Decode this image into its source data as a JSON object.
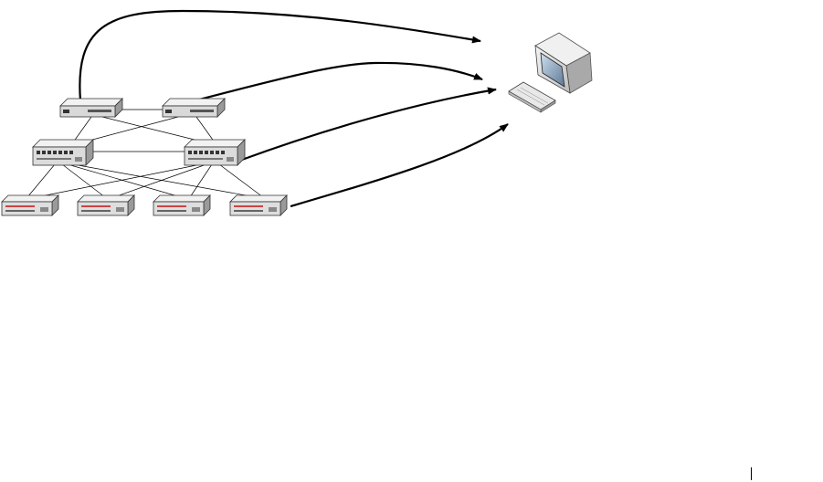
{
  "diagram": {
    "type": "network-topology",
    "nodes": [
      {
        "id": "core-1",
        "kind": "router"
      },
      {
        "id": "core-2",
        "kind": "router"
      },
      {
        "id": "dist-1",
        "kind": "switch"
      },
      {
        "id": "dist-2",
        "kind": "switch"
      },
      {
        "id": "access-1",
        "kind": "switch"
      },
      {
        "id": "access-2",
        "kind": "switch"
      },
      {
        "id": "access-3",
        "kind": "switch"
      },
      {
        "id": "access-4",
        "kind": "switch"
      },
      {
        "id": "workstation",
        "kind": "computer"
      }
    ],
    "links": [
      [
        "core-1",
        "core-2"
      ],
      [
        "core-1",
        "dist-1"
      ],
      [
        "core-1",
        "dist-2"
      ],
      [
        "core-2",
        "dist-1"
      ],
      [
        "core-2",
        "dist-2"
      ],
      [
        "dist-1",
        "dist-2"
      ],
      [
        "dist-1",
        "access-1"
      ],
      [
        "dist-1",
        "access-2"
      ],
      [
        "dist-1",
        "access-3"
      ],
      [
        "dist-1",
        "access-4"
      ],
      [
        "dist-2",
        "access-1"
      ],
      [
        "dist-2",
        "access-2"
      ],
      [
        "dist-2",
        "access-3"
      ],
      [
        "dist-2",
        "access-4"
      ]
    ],
    "flows": [
      {
        "from": "core-1",
        "to": "workstation"
      },
      {
        "from": "core-2",
        "to": "workstation"
      },
      {
        "from": "dist-2",
        "to": "workstation"
      },
      {
        "from": "access-4",
        "to": "workstation"
      }
    ],
    "colors": {
      "device_body": "#e6e6e6",
      "device_dark": "#8c8c8c",
      "link": "#000000",
      "arrow": "#000000",
      "screen": "#6f8aa8"
    }
  }
}
